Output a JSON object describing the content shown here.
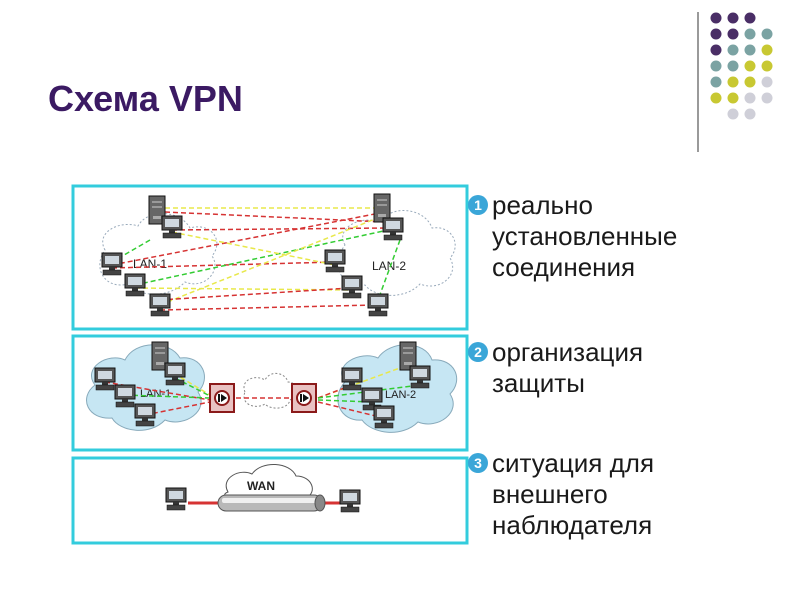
{
  "title": "Схема VPN",
  "lan_labels": {
    "lan1": "LAN-1",
    "lan2": "LAN-2",
    "wan": "WAN"
  },
  "bullets": [
    {
      "num": "1",
      "text": "реально установленные соединения"
    },
    {
      "num": "2",
      "text": "организация защиты"
    },
    {
      "num": "3",
      "text": "ситуация для внешнего наблюдателя"
    }
  ],
  "colors": {
    "title": "#3b1a63",
    "panel_border": "#33ccdd",
    "cloud": "#c6e6f3",
    "dot_purple": "#4a2e66",
    "dot_teal": "#7ba3a3",
    "dot_yellow": "#c8c832",
    "dot_gray": "#cfcfd8"
  },
  "icons": [
    "computer-icon",
    "server-icon",
    "firewall-icon",
    "encrypted-tunnel-icon",
    "cloud-icon"
  ]
}
